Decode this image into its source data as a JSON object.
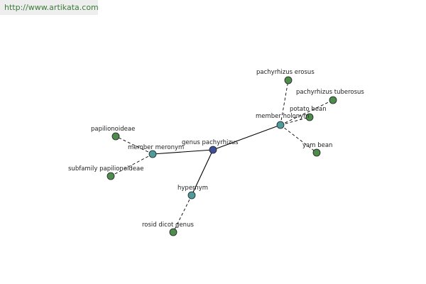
{
  "banner": {
    "url": "http://www.artikata.com"
  },
  "colors": {
    "center_node": "#3f4f99",
    "relation_node": "#4f9b9b",
    "term_node": "#4e8c4e"
  },
  "graph": {
    "center": {
      "label": "genus pachyrhizus"
    },
    "relations": [
      {
        "label": "member holonym",
        "terms": [
          "pachyrhizus erosus",
          "pachyrhizus tuberosus",
          "potato bean",
          "yam bean"
        ]
      },
      {
        "label": "member meronym",
        "terms": [
          "papilionoideae",
          "subfamily papilionoideae"
        ]
      },
      {
        "label": "hypernym",
        "terms": [
          "rosid dicot genus"
        ]
      }
    ]
  }
}
